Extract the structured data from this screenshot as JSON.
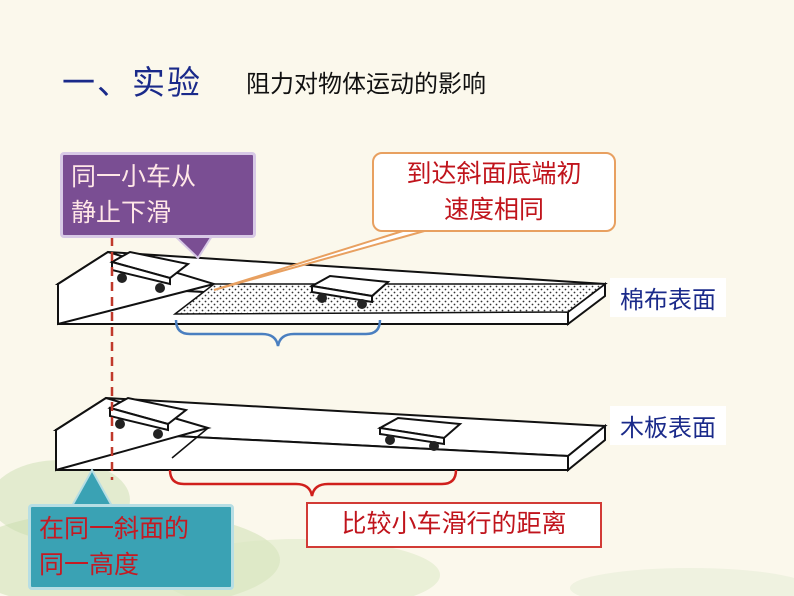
{
  "title": {
    "main": "一、实验",
    "sub": "阻力对物体运动的影响"
  },
  "callouts": {
    "same_cart": [
      "同一小车从",
      "静止下滑"
    ],
    "same_speed": [
      "到达斜面底端初",
      "速度相同"
    ],
    "same_height": [
      "在同一斜面的",
      "同一高度"
    ],
    "compare": "比较小车滑行的距离"
  },
  "surfaces": {
    "cloth": "棉布表面",
    "wood": "木板表面"
  },
  "colors": {
    "title": "#1a2a8a",
    "purple_box": "#7a4e93",
    "teal_box": "#3aa2b4",
    "accent_red": "#c0141c",
    "brace_blue": "#4a7fc0",
    "brace_red": "#d0201c"
  }
}
